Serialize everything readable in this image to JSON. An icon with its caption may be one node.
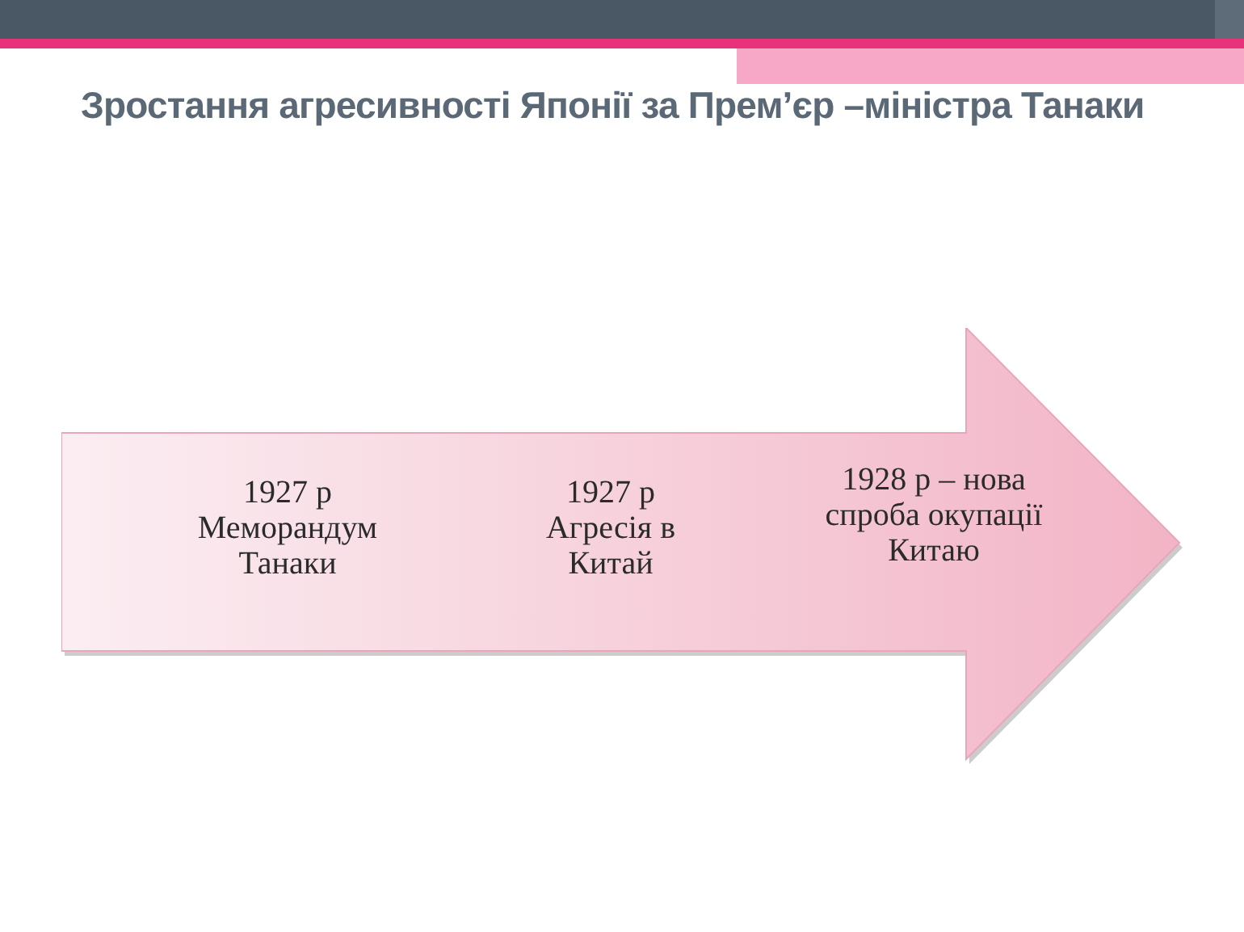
{
  "diagram": {
    "title": "Зростання агресивності Японії за Прем’єр –міністра Танаки",
    "nodes": [
      {
        "text": [
          "1927 р Меморандум Танаки",
          "1927 р Агресія в Китай",
          "1928 р – нова спроба окупації Китаю"
        ]
      }
    ]
  }
}
